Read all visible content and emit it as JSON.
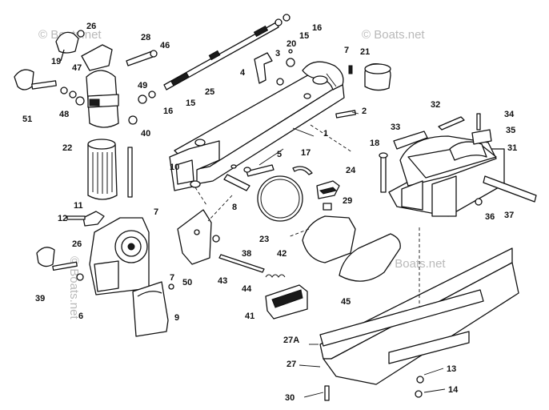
{
  "watermarks": [
    "© Boats.net",
    "© Boats.net",
    "© Boats.net",
    "© Boats.net"
  ],
  "callouts": {
    "c1": "1",
    "c2": "2",
    "c3": "3",
    "c4": "4",
    "c5": "5",
    "c6": "6",
    "c7a": "7",
    "c7b": "7",
    "c7c": "7",
    "c8": "8",
    "c9": "9",
    "c10": "10",
    "c11": "11",
    "c12": "12",
    "c13": "13",
    "c14": "14",
    "c15a": "15",
    "c15b": "15",
    "c16a": "16",
    "c16b": "16",
    "c17": "17",
    "c18": "18",
    "c19": "19",
    "c20": "20",
    "c21": "21",
    "c22": "22",
    "c23": "23",
    "c24": "24",
    "c25": "25",
    "c26a": "26",
    "c26b": "26",
    "c27": "27",
    "c27a": "27A",
    "c28": "28",
    "c29": "29",
    "c30": "30",
    "c31": "31",
    "c32": "32",
    "c33": "33",
    "c34": "34",
    "c35": "35",
    "c36": "36",
    "c37": "37",
    "c38": "38",
    "c39": "39",
    "c40": "40",
    "c41": "41",
    "c42": "42",
    "c43": "43",
    "c44": "44",
    "c45": "45",
    "c46": "46",
    "c47": "47",
    "c48": "48",
    "c49": "49",
    "c50": "50",
    "c51": "51"
  }
}
